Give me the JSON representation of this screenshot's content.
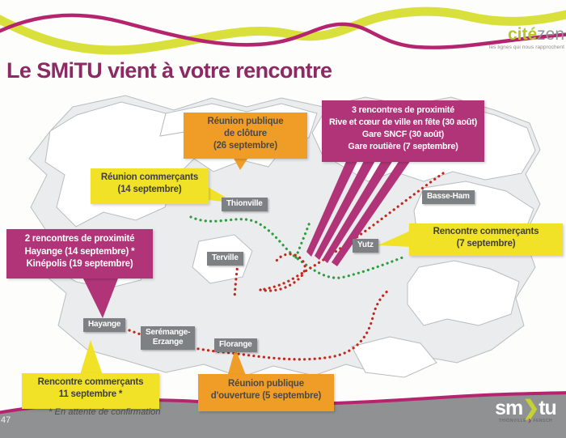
{
  "header": {
    "title": "Le SMiTU vient à votre rencontre",
    "logo": {
      "cite": "cité",
      "zen": "zen",
      "tagline": "les lignes qui nous rapprochent"
    }
  },
  "callouts": {
    "reunion_cloture": {
      "lines": [
        "Réunion publique",
        "de clôture",
        "(26 septembre)"
      ]
    },
    "rencontres_3": {
      "lines": [
        "3 rencontres de proximité",
        "Rive et cœur de ville en fête (30 août)",
        "Gare SNCF (30 août)",
        "Gare routière (7 septembre)"
      ]
    },
    "reunion_commercants_14": {
      "lines": [
        "Réunion commerçants",
        "(14 septembre)"
      ]
    },
    "rencontres_2": {
      "lines": [
        "2 rencontres de proximité",
        "Hayange (14 septembre) *",
        "Kinépolis (19 septembre)"
      ]
    },
    "rencontre_commercants_7": {
      "lines": [
        "Rencontre commerçants",
        "(7 septembre)"
      ]
    },
    "rencontre_commercants_11": {
      "lines": [
        "Rencontre commerçants",
        "11 septembre *"
      ]
    },
    "reunion_ouverture": {
      "lines": [
        "Réunion publique",
        "d'ouverture (5 septembre)"
      ]
    }
  },
  "map": {
    "labels": {
      "thionville": "Thionville",
      "basse_ham": "Basse-Ham",
      "yutz": "Yutz",
      "terville": "Terville",
      "hayange": "Hayange",
      "seremange_lines": [
        "Serémange-",
        "Erzange"
      ],
      "florange": "Florange"
    }
  },
  "footnote": "* En attente de confirmation",
  "footer": {
    "page_number": "47",
    "smitu": {
      "sm": "sm",
      "arrow": "❯",
      "tu": "tu",
      "sub_left": "THIONVILLE",
      "sub_arrow": "❯",
      "sub_right": "FENSCH"
    }
  },
  "colors": {
    "title_magenta": "#8d2a63",
    "callout_magenta": "#b13478",
    "callout_orange": "#f09d28",
    "callout_yellow": "#f2e227",
    "city_label_gray": "#7e8183",
    "route_green": "#2f9e41",
    "route_red": "#c4281c",
    "brand_green": "#b6c626",
    "ribbon_magenta": "#b5246e",
    "footer_band_gray": "#8f9193"
  }
}
